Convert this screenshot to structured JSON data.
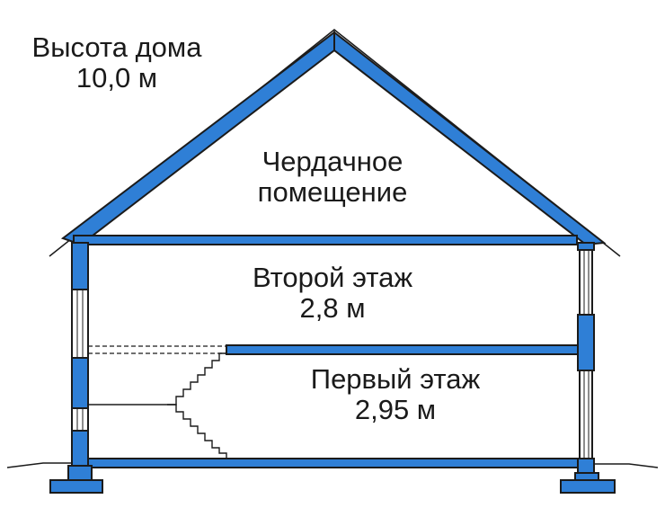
{
  "colors": {
    "structure_fill": "#2f7fd6",
    "structure_outline": "#1b1b1b",
    "background": "#ffffff"
  },
  "labels": {
    "house_height_title": "Высота дома",
    "house_height_value": "10,0 м",
    "attic_line1": "Чердачное",
    "attic_line2": "помещение",
    "second_floor_title": "Второй этаж",
    "second_floor_height": "2,8 м",
    "first_floor_title": "Первый этаж",
    "first_floor_height": "2,95 м"
  }
}
